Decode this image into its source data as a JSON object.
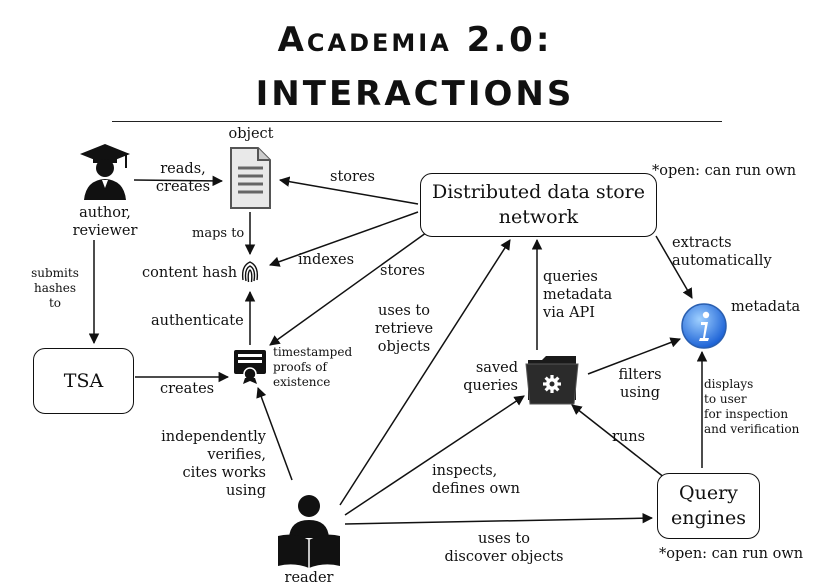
{
  "title": {
    "line1": "Academia 2.0:",
    "line2": "interactions"
  },
  "nodes": {
    "object": "object",
    "author": "author,\nreviewer",
    "content_hash": "content hash",
    "tsa": "TSA",
    "timestamped": "timestamped\nproofs of\nexistence",
    "data_store": "Distributed data store\nnetwork",
    "metadata": "metadata",
    "saved_queries": "saved\nqueries",
    "query_engines": "Query\nengines",
    "reader": "reader"
  },
  "notes": {
    "open_top": "*open: can run own",
    "open_bottom": "*open: can run own"
  },
  "edges": {
    "reads_creates": "reads,\ncreates",
    "stores_object": "stores",
    "maps_to": "maps to",
    "indexes": "indexes",
    "stores_proofs": "stores",
    "submits": "submits\nhashes\nto",
    "authenticate": "authenticate",
    "creates": "creates",
    "uses_retrieve": "uses to\nretrieve\nobjects",
    "queries_metadata": "queries\nmetadata\nvia API",
    "extracts": "extracts\nautomatically",
    "filters": "filters\nusing",
    "displays": "displays\nto user\nfor inspection\nand verification",
    "runs": "runs",
    "verifies": "independently\nverifies,\ncites works\nusing",
    "inspects": "inspects,\ndefines own",
    "discover": "uses to\ndiscover objects"
  }
}
